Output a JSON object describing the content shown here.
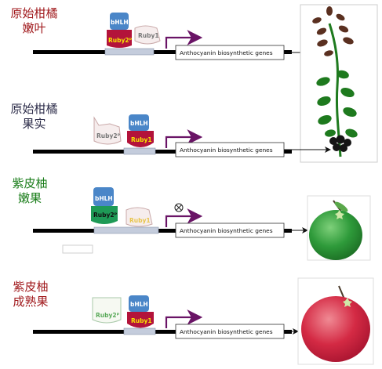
{
  "panels": [
    {
      "label_line1": "原始柑橘",
      "label_line2": "嫩叶",
      "label_color": "#a0191c"
    },
    {
      "label_line1": "原始柑橘",
      "label_line2": "果实",
      "label_color": "#2d2d4a"
    },
    {
      "label_line1": "紫皮柚",
      "label_line2": "嫩果",
      "label_color": "#1a7d1a"
    },
    {
      "label_line1": "紫皮柚",
      "label_line2": "成熟果",
      "label_color": "#a0191c"
    }
  ],
  "proteins": {
    "bhlh": "bHLH",
    "ruby1": "Ruby1",
    "ruby2_p1": "Ruby2ᴾ",
    "ruby2_p3": "Ruby2ᴾ",
    "ruby2_p2": "Ruby2ᴾ",
    "ruby2_p4": "Ruby2ᴾ",
    "ruby1_p1": "Ruby1",
    "ruby1_p2": "Ruby1",
    "ruby1_p3": "Ruby1",
    "ruby1_p4": "Ruby1",
    "bhlh_p1": "bHLH",
    "bhlh_p2": "bHLH",
    "bhlh_p3": "bHLH",
    "bhlh_p4": "bHLH"
  },
  "gene_label": "Anthocyanin biosynthetic genes",
  "blocked_symbol": "⊗",
  "colors": {
    "bhlh_blue": "#4a86c8",
    "ruby_red": "#b3133a",
    "ruby_green": "#1e9a56",
    "ruby_yellow_text": "#f5e600",
    "arrow_purple": "#6a1466",
    "leaf_brown": "#5a3020",
    "leaf_green": "#1e7a1e"
  }
}
